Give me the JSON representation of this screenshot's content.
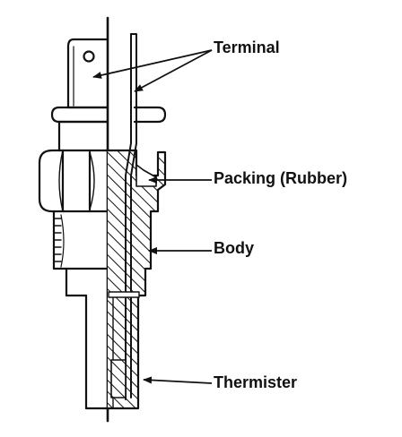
{
  "labels": {
    "terminal": "Terminal",
    "packing": "Packing (Rubber)",
    "body": "Body",
    "thermister": "Thermister"
  }
}
